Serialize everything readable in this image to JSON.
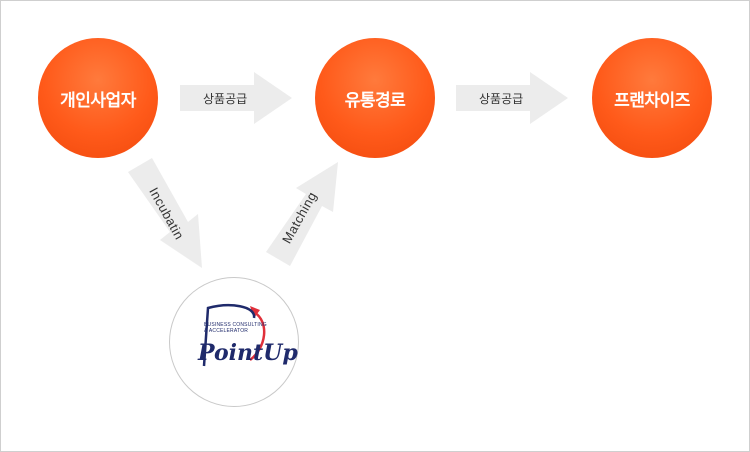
{
  "nodes": {
    "individual_business": "개인사업자",
    "distribution_channel": "유통경로",
    "franchise": "프랜차이즈"
  },
  "arrows": {
    "supply_1": "상품공급",
    "supply_2": "상품공급",
    "incubation": "Incubatin",
    "matching": "Matching"
  },
  "logo": {
    "tagline_1": "Business consulting",
    "tagline_2": "& Accelerator",
    "word": "PointUp",
    "accent_color": "#e0303a",
    "main_color": "#1f2a6b"
  },
  "colors": {
    "node_orange": "#ff5a1a",
    "arrow_gray": "#ececec",
    "border": "#cfcfcf"
  }
}
